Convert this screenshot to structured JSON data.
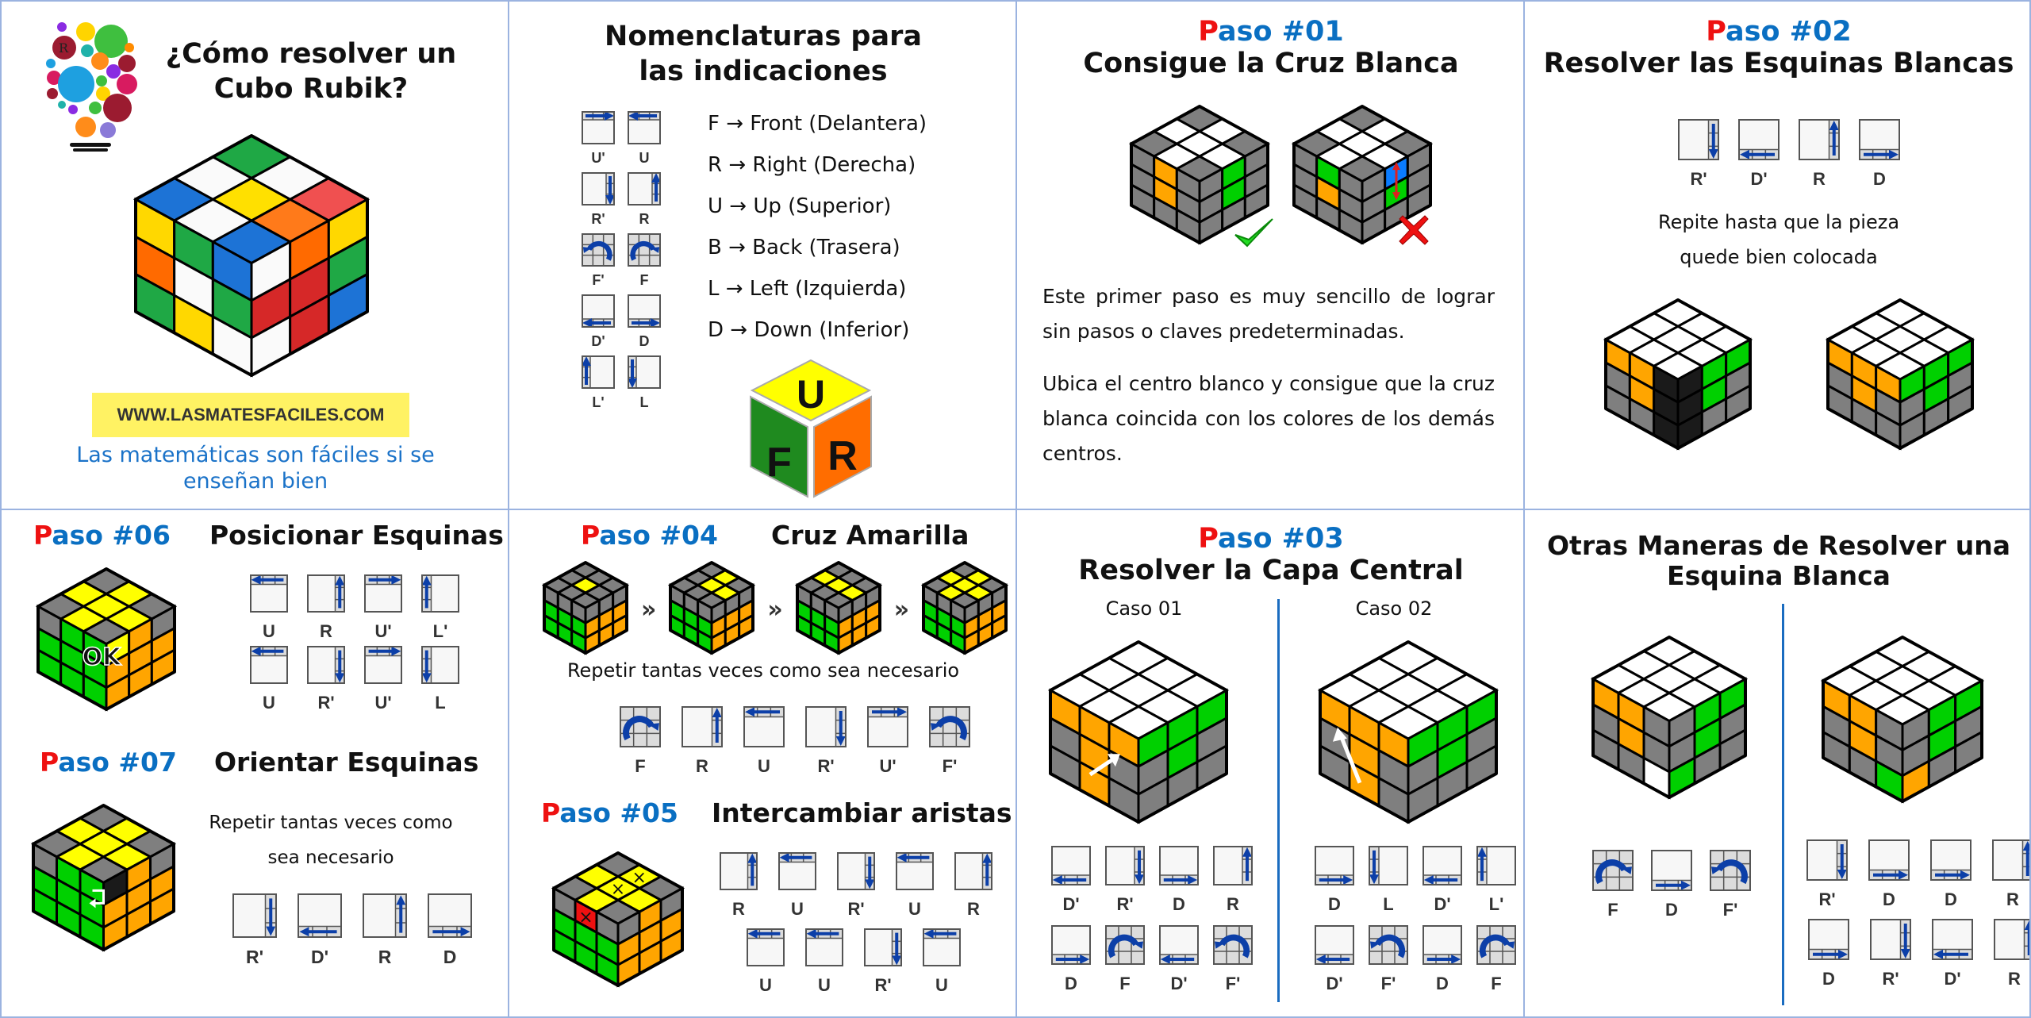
{
  "colors": {
    "paso_red": "#ee1111",
    "paso_blue": "#0a6fc2",
    "border": "#9bb3e0",
    "divider": "#1a6cc0",
    "arrow_blue": "#0c3fa8",
    "cube_grey": "#7f7f7f",
    "cube_white": "#ffffff",
    "cube_orange": "#ffa500",
    "cube_green": "#00d000",
    "cube_yellow": "#ffff00",
    "cube_blue": "#0a7cff",
    "cube_black": "#1a1a1a",
    "cube_red": "#ee1111"
  },
  "intro": {
    "title_line1": "¿Cómo resolver un",
    "title_line2": "Cubo Rubik?",
    "logo_icon": "lightbulb-math-icon",
    "website": "WWW.LASMATESFACILES.COM",
    "tagline_line1": "Las matemáticas son fáciles si se",
    "tagline_line2": "enseñan bien"
  },
  "nomenclature": {
    "title_line1": "Nomenclaturas para",
    "title_line2": "las indicaciones",
    "move_icons": [
      [
        "U'",
        "U"
      ],
      [
        "R'",
        "R"
      ],
      [
        "F'",
        "F"
      ],
      [
        "D'",
        "D"
      ],
      [
        "L'",
        "L"
      ]
    ],
    "definitions": [
      "F → Front (Delantera)",
      "R → Right (Derecha)",
      "U → Up (Superior)",
      "B → Back (Trasera)",
      "L → Left (Izquierda)",
      "D → Down (Inferior)"
    ],
    "ufr_cube": {
      "top": "U",
      "left": "F",
      "right": "R"
    }
  },
  "step01": {
    "paso_p": "P",
    "paso_rest": "aso #01",
    "title": "Consigue la Cruz Blanca",
    "correct_icon": "checkmark-icon",
    "wrong_icon": "cross-icon",
    "paragraph1": "Este primer paso es muy sencillo de lograr sin pasos o claves predeterminadas.",
    "paragraph2": "Ubica el centro blanco y consigue que la cruz blanca coincida con los colores de los demás centros."
  },
  "step02": {
    "paso_p": "P",
    "paso_rest": "aso #02",
    "title": "Resolver las Esquinas Blancas",
    "moves": [
      "R'",
      "D'",
      "R",
      "D"
    ],
    "note_line1": "Repite hasta que la pieza",
    "note_line2": "quede bien colocada"
  },
  "step06": {
    "paso_p": "P",
    "paso_rest": "aso #06",
    "title": "Posicionar Esquinas",
    "moves_row1": [
      "U",
      "R",
      "U'",
      "L'"
    ],
    "moves_row2": [
      "U",
      "R'",
      "U'",
      "L"
    ],
    "badge": "OK"
  },
  "step07": {
    "paso_p": "P",
    "paso_rest": "aso #07",
    "title": "Orientar Esquinas",
    "note_line1": "Repetir tantas veces como",
    "note_line2": "sea necesario",
    "moves": [
      "R'",
      "D'",
      "R",
      "D"
    ]
  },
  "step04": {
    "paso_p": "P",
    "paso_rest": "aso #04",
    "title": "Cruz Amarilla",
    "separator": "»",
    "note": "Repetir tantas veces como sea necesario",
    "moves": [
      "F",
      "R",
      "U",
      "R'",
      "U'",
      "F'"
    ]
  },
  "step05": {
    "paso_p": "P",
    "paso_rest": "aso #05",
    "title": "Intercambiar aristas",
    "moves_row1": [
      "R",
      "U",
      "R'",
      "U",
      "R"
    ],
    "moves_row2": [
      "U",
      "U",
      "R'",
      "U"
    ]
  },
  "step03": {
    "paso_p": "P",
    "paso_rest": "aso #03",
    "title": "Resolver la Capa Central",
    "case1": {
      "label": "Caso 01",
      "moves_row1": [
        "D'",
        "R'",
        "D",
        "R"
      ],
      "moves_row2": [
        "D",
        "F",
        "D'",
        "F'"
      ]
    },
    "case2": {
      "label": "Caso 02",
      "moves_row1": [
        "D",
        "L",
        "D'",
        "L'"
      ],
      "moves_row2": [
        "D'",
        "F'",
        "D",
        "F"
      ]
    }
  },
  "other_ways": {
    "title_line1": "Otras Maneras de Resolver una",
    "title_line2": "Esquina Blanca",
    "left_moves": [
      "F",
      "D",
      "F'"
    ],
    "right_moves_row1": [
      "R'",
      "D",
      "D",
      "R"
    ],
    "right_moves_row2": [
      "D",
      "R'",
      "D'",
      "R"
    ]
  }
}
